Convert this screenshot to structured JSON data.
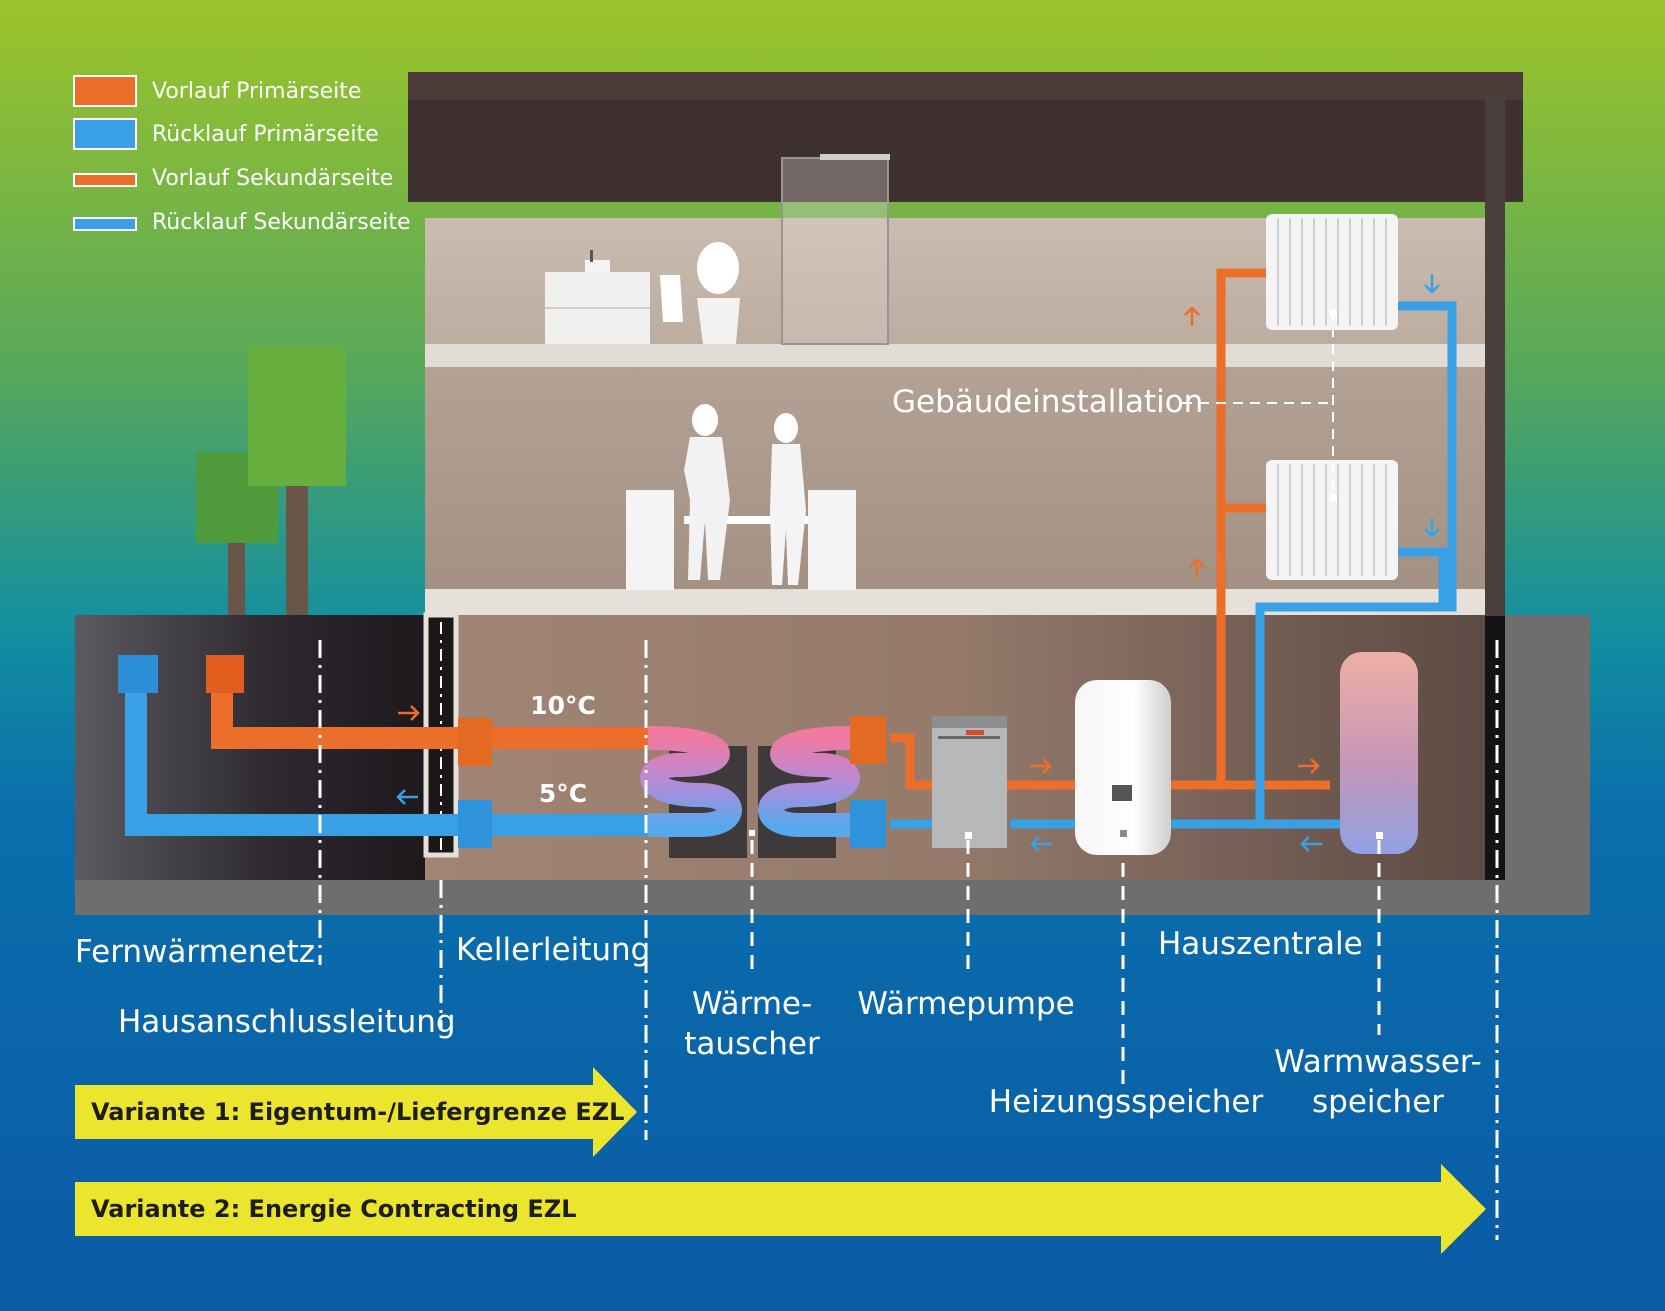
{
  "legend": [
    {
      "label": "Vorlauf Primärseite",
      "color": "#ec6e2b",
      "kind": "box"
    },
    {
      "label": "Rücklauf Primärseite",
      "color": "#3aa0e6",
      "kind": "box"
    },
    {
      "label": "Vorlauf Sekundärseite",
      "color": "#ec6e2b",
      "kind": "line"
    },
    {
      "label": "Rücklauf Sekundärseite",
      "color": "#3aa0e6",
      "kind": "line"
    }
  ],
  "temperatures": {
    "supply": "10°C",
    "return": "5°C"
  },
  "labels": {
    "building_installation": "Gebäudeinstallation",
    "district_network": "Fernwärmenetz",
    "house_connection": "Hausanschlussleitung",
    "basement_line": "Kellerleitung",
    "heat_exchanger_line1": "Wärme-",
    "heat_exchanger_line2": "tauscher",
    "heat_pump": "Wärmepumpe",
    "house_central": "Hauszentrale",
    "heating_storage": "Heizungsspeicher",
    "hot_water_line1": "Warmwasser-",
    "hot_water_line2": "speicher"
  },
  "variants": [
    {
      "label": "Variante 1: Eigentum-/Liefergrenze EZL"
    },
    {
      "label": "Variante 2: Energie Contracting EZL"
    }
  ],
  "colors": {
    "supply": "#ec6e2b",
    "return": "#3aa0e6",
    "arrow_yellow": "#ece52e",
    "sky_top": "#9bc22a",
    "sky_mid": "#1f90a6",
    "sky_bottom": "#0b5fa8",
    "roof": "#3f3130",
    "ground": "#6f6f6f"
  },
  "icons": [
    "tree-icon",
    "radiator-icon",
    "person-icon",
    "shower-icon",
    "toilet-icon",
    "heat-exchanger-icon",
    "heat-pump-icon",
    "tank-icon"
  ]
}
